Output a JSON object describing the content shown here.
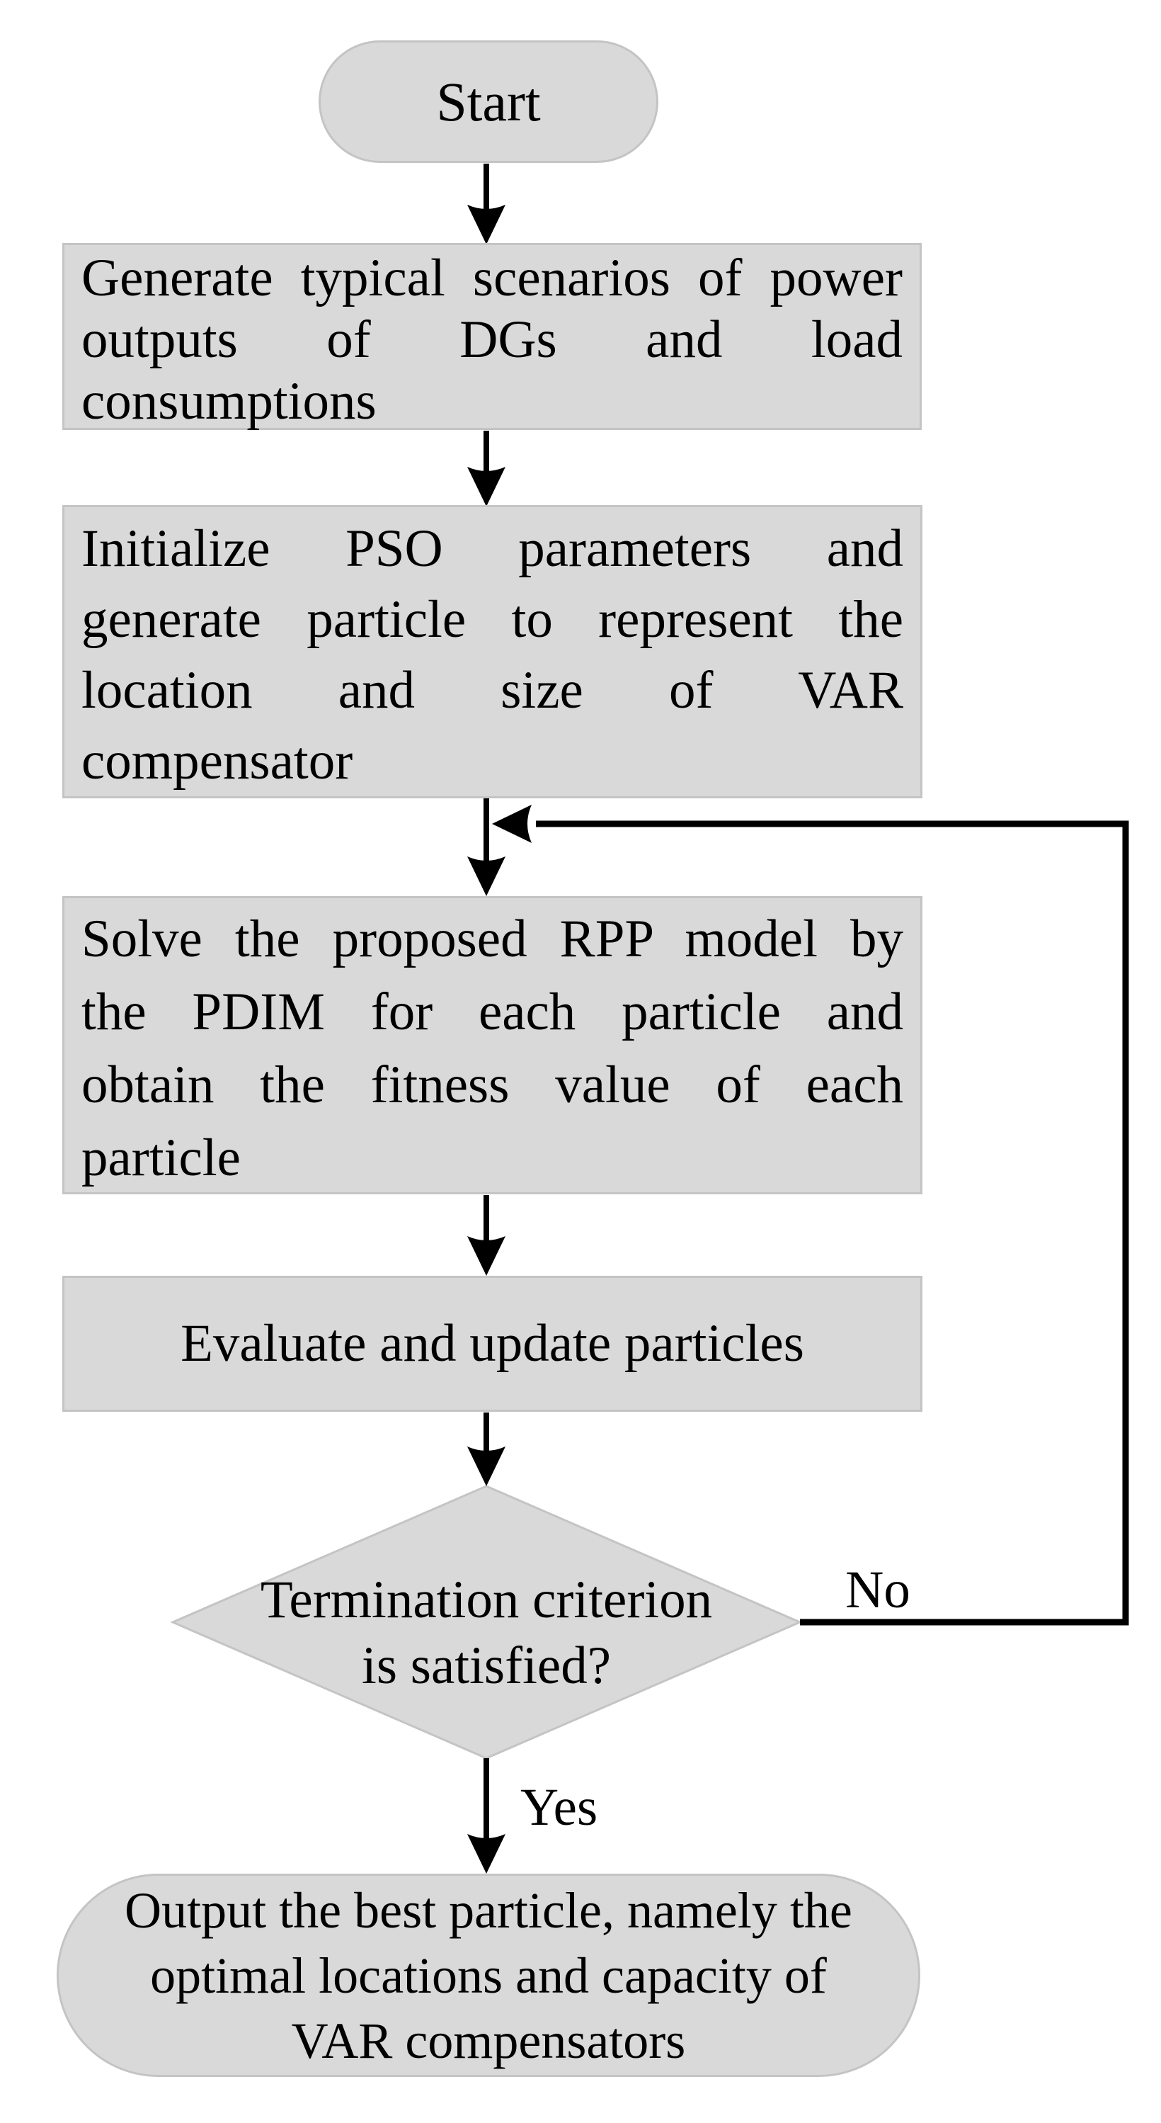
{
  "palette": {
    "node_fill": "#d9d9d9",
    "node_border": "#c4c4c4",
    "line_color": "#000000",
    "text_color": "#000000",
    "background": "#ffffff"
  },
  "nodes": {
    "start": {
      "type": "terminal",
      "label": "Start"
    },
    "generate": {
      "type": "process",
      "lines": [
        "Generate typical scenarios of power",
        "outputs of DGs and load",
        "consumptions"
      ]
    },
    "initialize": {
      "type": "process",
      "lines": [
        "Initialize PSO parameters and",
        "generate particle to represent the",
        "location and size of VAR",
        "compensator"
      ]
    },
    "solve": {
      "type": "process",
      "lines": [
        "Solve the proposed RPP model by",
        "the PDIM for each particle and",
        "obtain the fitness value of each",
        "particle"
      ]
    },
    "evaluate": {
      "type": "process",
      "label": "Evaluate and update particles"
    },
    "decision": {
      "type": "decision",
      "lines": [
        "Termination criterion",
        "is satisfied?"
      ]
    },
    "output": {
      "type": "terminal",
      "lines": [
        "Output the best particle, namely the",
        "optimal locations and capacity of",
        "VAR compensators"
      ]
    }
  },
  "edges": {
    "yes_label": "Yes",
    "no_label": "No"
  }
}
